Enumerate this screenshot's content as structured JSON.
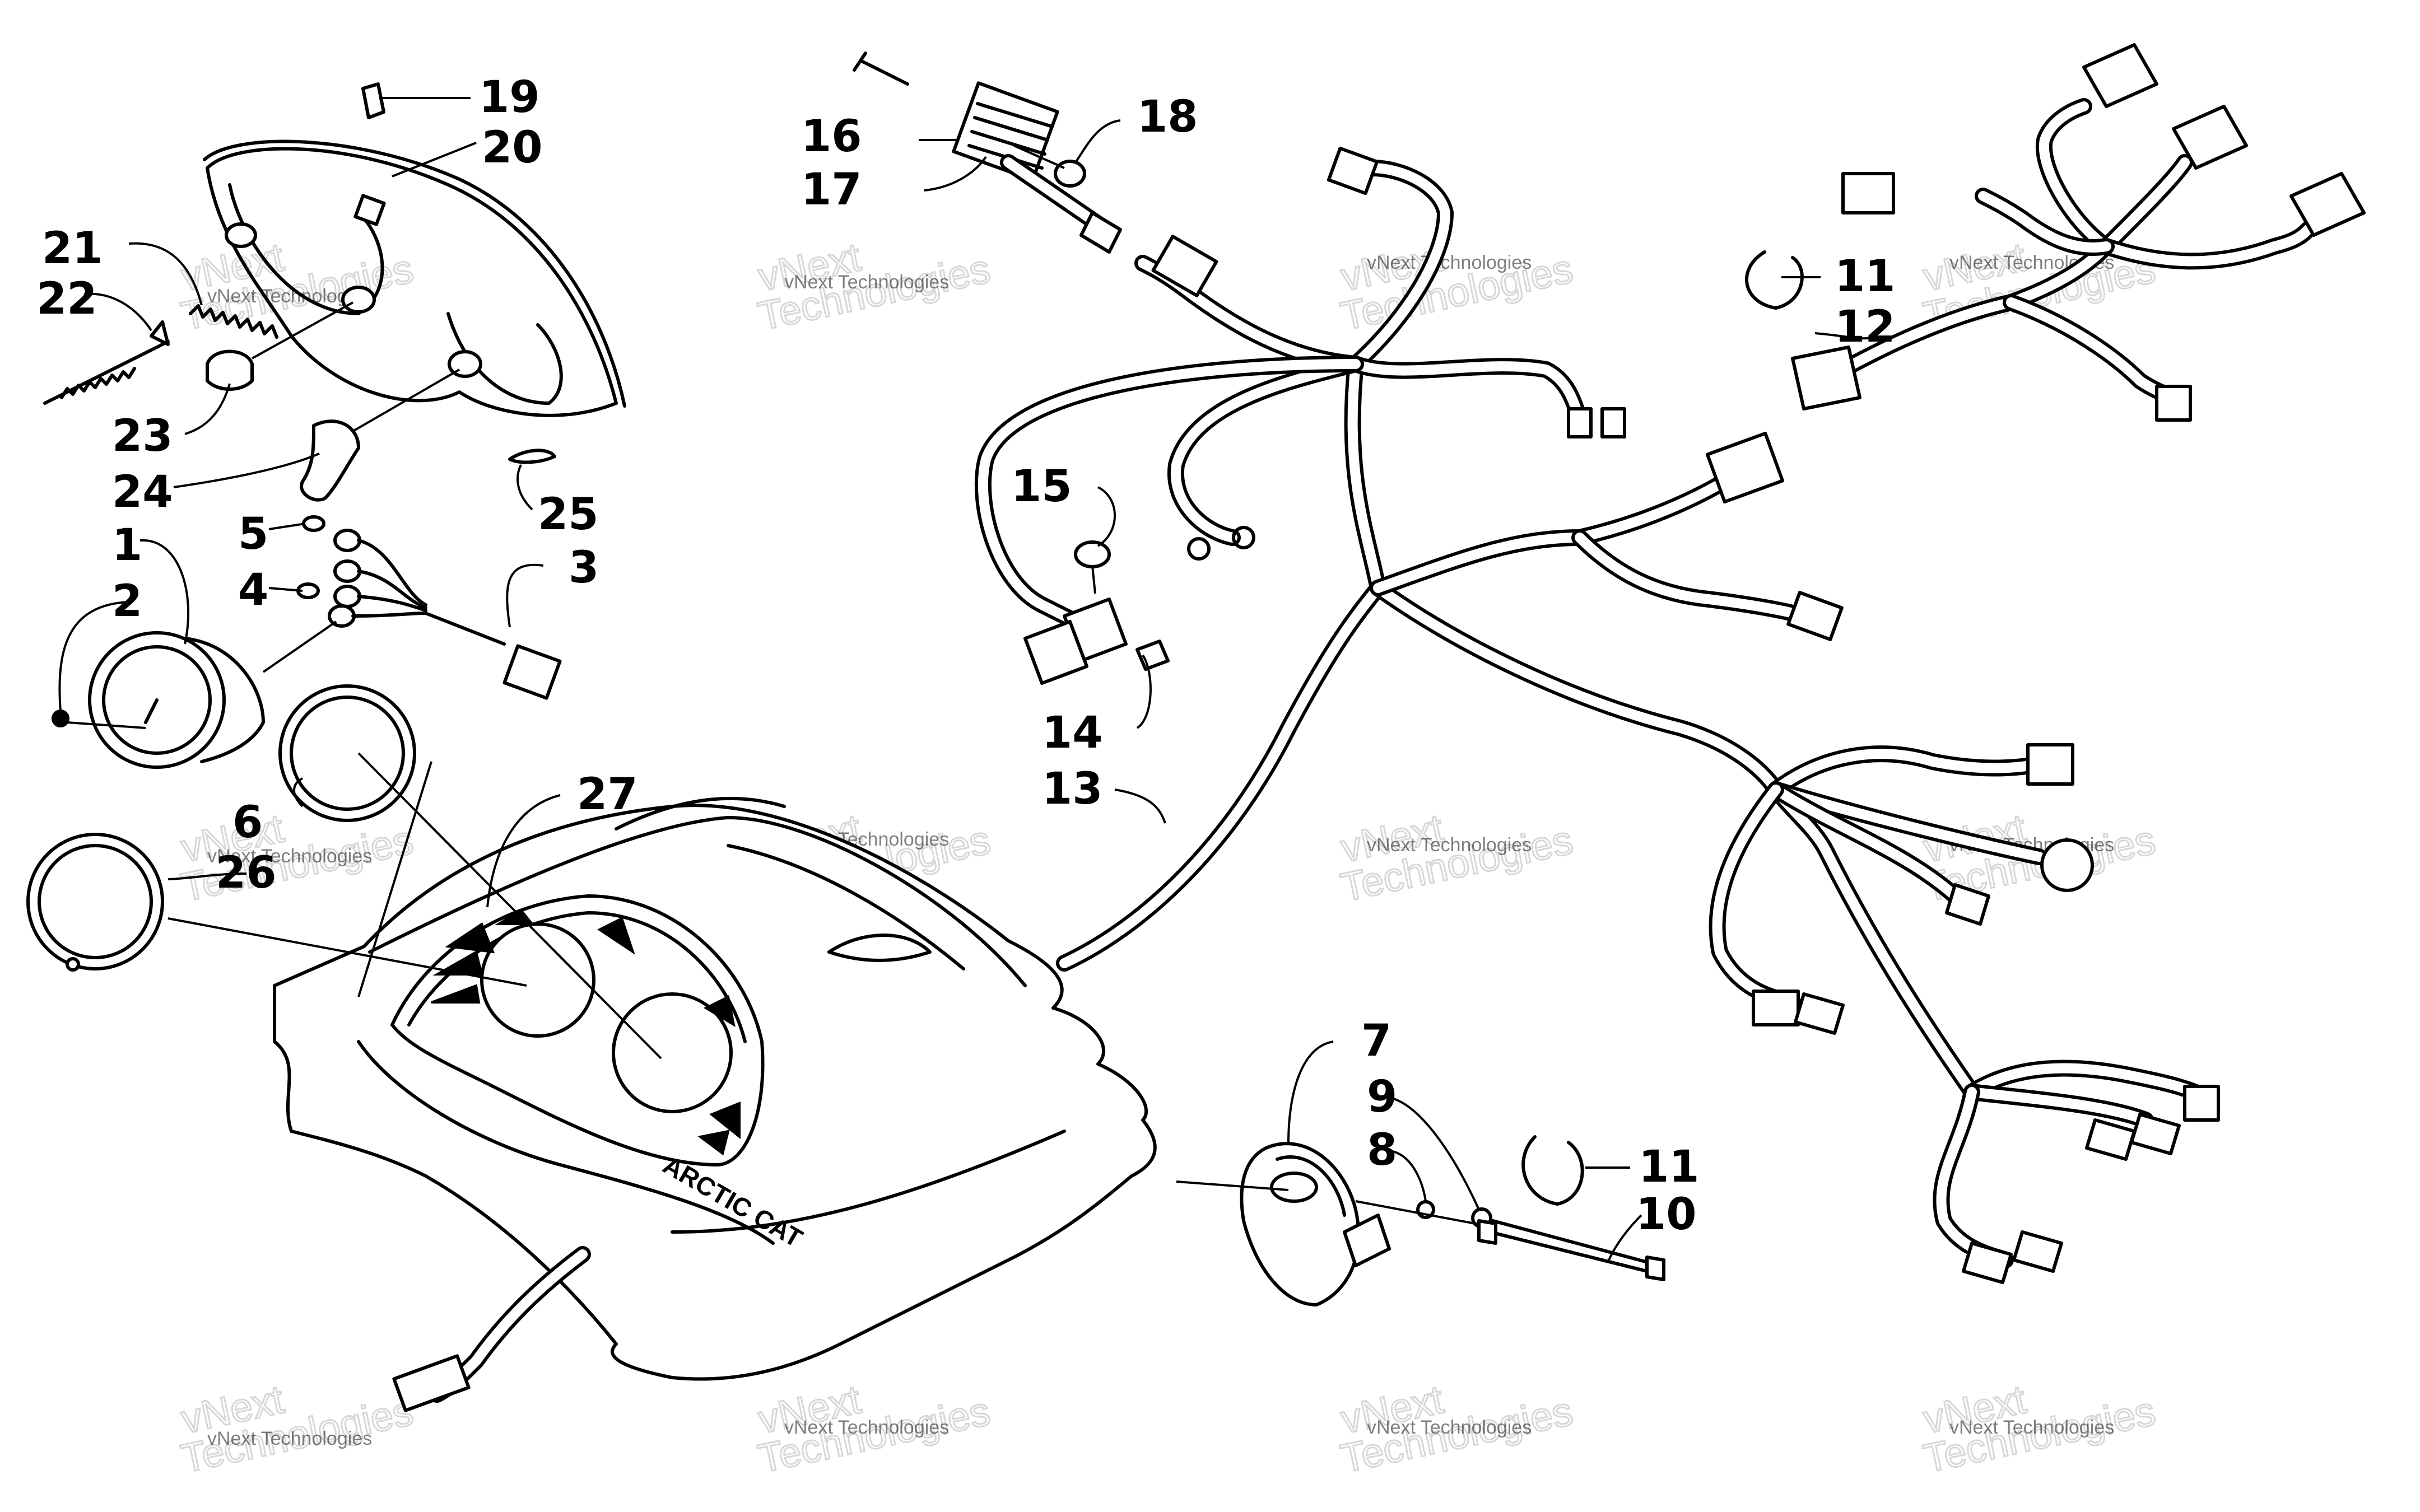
{
  "callouts": {
    "c1": "1",
    "c2": "2",
    "c3": "3",
    "c4": "4",
    "c5": "5",
    "c6": "6",
    "c7": "7",
    "c8": "8",
    "c9": "9",
    "c10": "10",
    "c11a": "11",
    "c11b": "11",
    "c12": "12",
    "c13": "13",
    "c14": "14",
    "c15": "15",
    "c16": "16",
    "c17": "17",
    "c18": "18",
    "c19": "19",
    "c20": "20",
    "c21": "21",
    "c22": "22",
    "c23": "23",
    "c24": "24",
    "c25": "25",
    "c26": "26",
    "c27": "27"
  },
  "watermark": {
    "line1": "vNext",
    "line2": "Technologies",
    "small": "vNext Technologies"
  },
  "brand_text": "ARCTIC CAT"
}
